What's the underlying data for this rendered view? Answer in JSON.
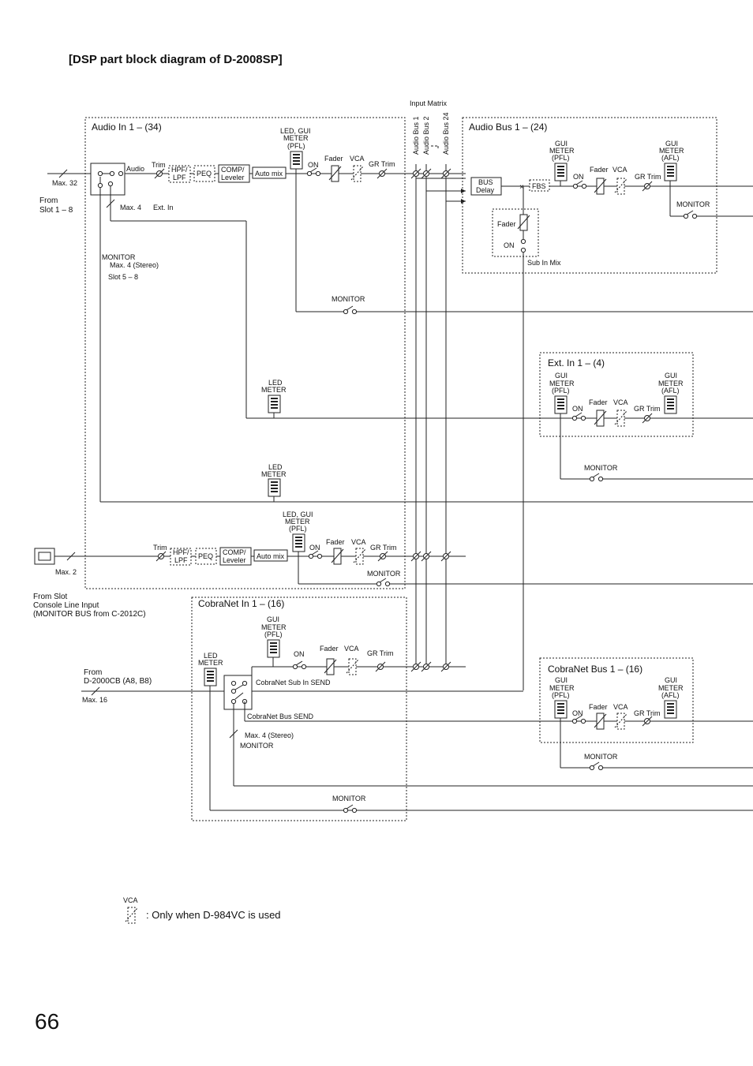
{
  "title": "[DSP part block diagram of D-2008SP]",
  "page_number": "66",
  "legend": {
    "vca_label": "VCA",
    "text": ": Only when D-984VC is used"
  },
  "input_matrix": {
    "title": "Input Matrix",
    "buses": [
      "Audio Bus 1",
      "Audio Bus 2",
      "Audio Bus 24"
    ]
  },
  "sections": {
    "audio_in": "Audio In 1 – (34)",
    "audio_bus": "Audio Bus 1 – (24)",
    "ext_in": "Ext. In 1 – (4)",
    "cobranet_in": "CobraNet In 1 – (16)",
    "cobranet_bus": "CobraNet Bus 1 – (16)"
  },
  "labels": {
    "max32": "Max. 32",
    "from_slot": [
      "From",
      "Slot 1 – 8"
    ],
    "audio": "Audio",
    "trim": "Trim",
    "hpf_lpf": [
      "HPF/",
      "LPF"
    ],
    "peq": "PEQ",
    "comp_leveler": [
      "COMP/",
      "Leveler"
    ],
    "auto_mix": "Auto mix",
    "led_gui_meter": [
      "LED, GUI",
      "METER",
      "(PFL)"
    ],
    "gui_meter_pfl": [
      "GUI",
      "METER",
      "(PFL)"
    ],
    "gui_meter_afl": [
      "GUI",
      "METER",
      "(AFL)"
    ],
    "led_meter": [
      "LED",
      "METER"
    ],
    "on": "ON",
    "fader": "Fader",
    "vca": "VCA",
    "gr_trim": "GR Trim",
    "max4": "Max. 4",
    "ext_in": "Ext. In",
    "monitor": "MONITOR",
    "max4_stereo": "Max. 4 (Stereo)",
    "slot58": "Slot 5 – 8",
    "bus_delay": [
      "BUS",
      "Delay"
    ],
    "fbs": "FBS",
    "sub_in_mix": "Sub In Mix",
    "max2": "Max. 2",
    "from_slot_console": [
      "From Slot",
      "Console Line Input",
      "(MONITOR BUS from C-2012C)"
    ],
    "from_d2000cb": [
      "From",
      "D-2000CB (A8, B8)"
    ],
    "max16": "Max. 16",
    "cobranet_sub_in_send": "CobraNet Sub In SEND",
    "cobranet_bus_send": "CobraNet Bus SEND"
  }
}
